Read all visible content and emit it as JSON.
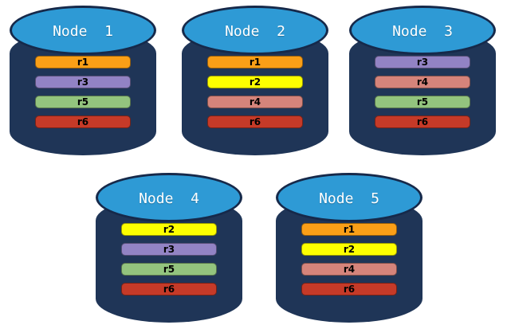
{
  "palette": {
    "background": "#FFFFFF",
    "cylinder_body": "#1F3557",
    "cylinder_top": "#2E9AD5",
    "cylinder_outline": "#16294A",
    "node_label_color": "#FFFFFF",
    "bar_text_color": "#000000"
  },
  "replica_colors": {
    "r1": "#FA9F17",
    "r2": "#FDFF00",
    "r3": "#9283C4",
    "r4": "#D5847B",
    "r5": "#93C47E",
    "r6": "#C53A28"
  },
  "nodes": [
    {
      "label": "Node  1",
      "replicas": [
        "r1",
        "r3",
        "r5",
        "r6"
      ]
    },
    {
      "label": "Node  2",
      "replicas": [
        "r1",
        "r2",
        "r4",
        "r6"
      ]
    },
    {
      "label": "Node  3",
      "replicas": [
        "r3",
        "r4",
        "r5",
        "r6"
      ]
    },
    {
      "label": "Node  4",
      "replicas": [
        "r2",
        "r3",
        "r5",
        "r6"
      ]
    },
    {
      "label": "Node  5",
      "replicas": [
        "r1",
        "r2",
        "r4",
        "r6"
      ]
    }
  ]
}
